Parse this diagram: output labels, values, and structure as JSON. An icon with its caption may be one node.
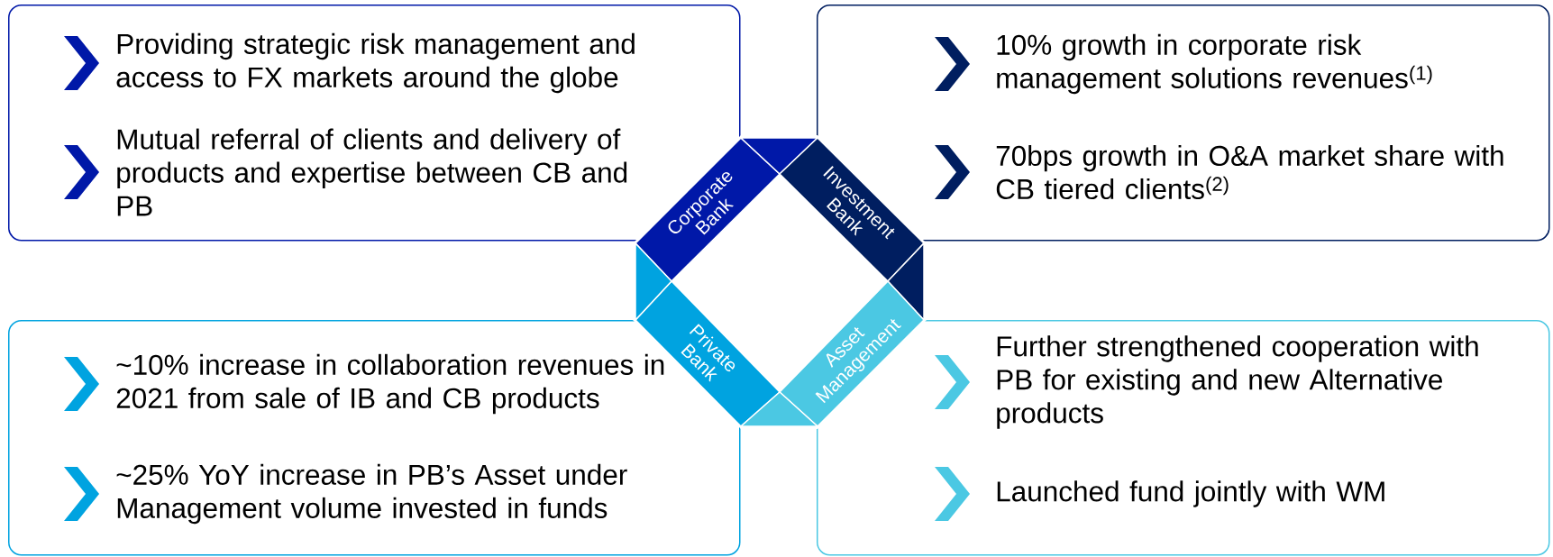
{
  "diagram": {
    "nodes": [
      {
        "text": [
          "Providing strategic risk management and access to FX markets around the globe",
          "Mutual referral of clients and delivery of products and expertise between CB and PB"
        ]
      },
      {
        "text": [
          "10% growth in corporate risk management solutions revenues$^{(1)}$",
          "70bps growth in O&A market share with CB tiered clients$^{(2)}$"
        ]
      },
      {
        "text": [
          "~10% increase in collaboration revenues in 2021 from sale of IB and CB products",
          "~25% YoY increase in PB’s Asset under Management volume invested in funds"
        ]
      },
      {
        "text": [
          "Further strengthened cooperation with PB for existing and new Alternative products",
          "Launched fund jointly with WM"
        ]
      },
      {
        "text": [
          "Corporate Bank"
        ]
      },
      {
        "text": [
          "Investment Bank"
        ]
      },
      {
        "text": [
          "Private Bank"
        ]
      },
      {
        "text": [
          "Asset Management"
        ]
      }
    ]
  }
}
